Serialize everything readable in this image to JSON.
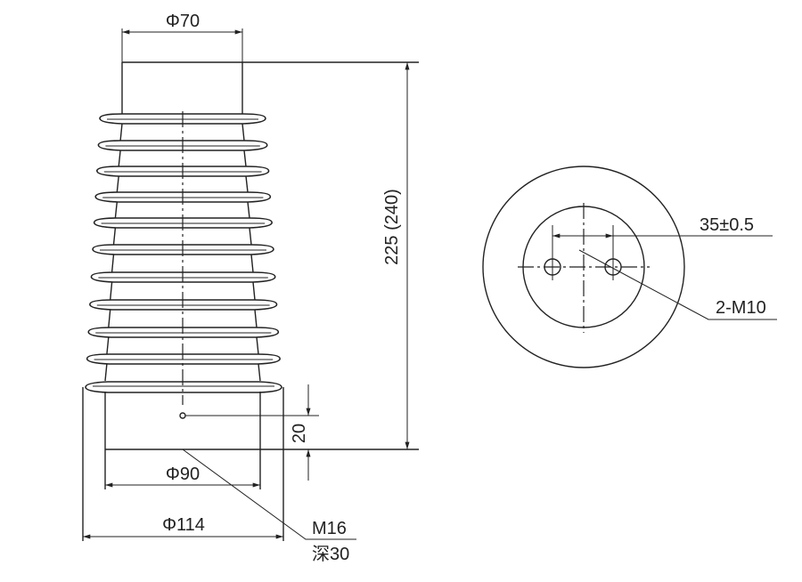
{
  "drawing": {
    "side_view": {
      "top_diameter": "Φ70",
      "height": "225 (240)",
      "hole_offset": "20",
      "inner_diameter": "Φ90",
      "base_diameter": "Φ114",
      "thread": "M16",
      "depth": "深30",
      "shed_count": 11
    },
    "top_view": {
      "hole_spacing": "35±0.5",
      "holes": "2-M10"
    },
    "line_color": "#222222"
  }
}
